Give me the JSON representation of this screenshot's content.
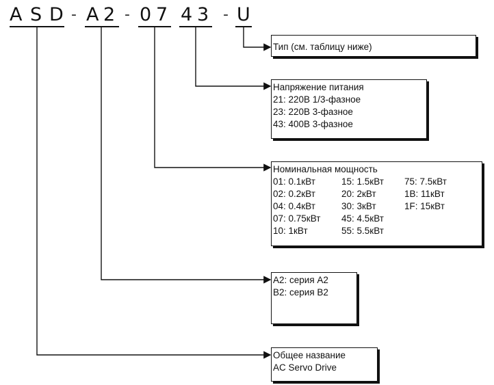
{
  "code": {
    "chars": [
      "A",
      "S",
      "D",
      "A",
      "2",
      "0",
      "7",
      "4",
      "3",
      "U"
    ],
    "separator": "-"
  },
  "boxes": {
    "type": {
      "title": "Тип (см. таблицу ниже)"
    },
    "voltage": {
      "title": "Напряжение питания",
      "items": [
        "21: 220В 1/3-фазное",
        "23: 220В 3-фазное",
        "43: 400В 3-фазное"
      ]
    },
    "power": {
      "title": "Номинальная мощность",
      "items": [
        "01: 0.1кВт",
        "15: 1.5кВт",
        "75: 7.5кВт",
        "02: 0.2кВт",
        "20: 2кВт",
        "1B: 11кВт",
        "04: 0.4кВт",
        "30: 3кВт",
        "1F: 15кВт",
        "07: 0.75кВт",
        "45: 4.5кВт",
        "",
        "10: 1кВт",
        "55: 5.5кВт",
        ""
      ]
    },
    "series": {
      "items": [
        "A2: серия A2",
        "B2: серия B2"
      ]
    },
    "name": {
      "items": [
        "Общее название",
        "AC Servo Drive"
      ]
    }
  }
}
